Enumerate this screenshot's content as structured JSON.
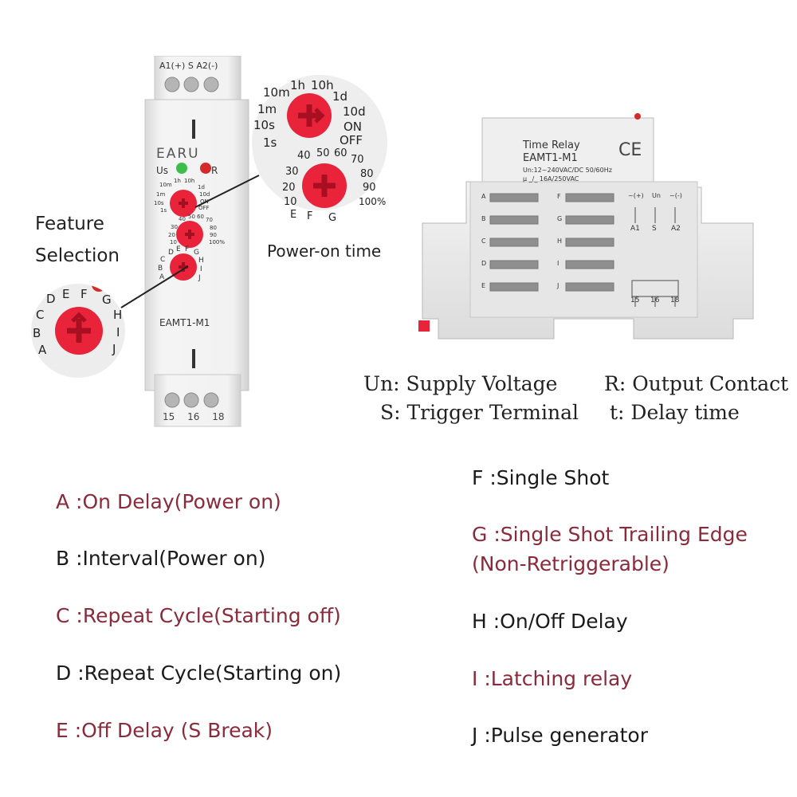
{
  "device": {
    "terminals_top": [
      "A1(+)",
      "S",
      "A2(-)"
    ],
    "terminals_bottom": [
      "15",
      "16",
      "18"
    ],
    "brand": "EARU",
    "indicator_us": "Us",
    "indicator_r": "R",
    "model": "EAMT1-M1",
    "dial1_labels": [
      "10m",
      "1h",
      "10h",
      "1d",
      "10d",
      "ON",
      "OFF",
      "1s",
      "10s",
      "1m"
    ],
    "dial2_labels": [
      "40",
      "50",
      "60",
      "70",
      "80",
      "90",
      "100%",
      "10",
      "20",
      "30"
    ],
    "dial3_labels": [
      "D",
      "E",
      "F",
      "G",
      "H",
      "I",
      "J",
      "A",
      "B",
      "C"
    ]
  },
  "callouts": {
    "feature_selection_line1": "Feature",
    "feature_selection_line2": "Selection",
    "power_on_time": "Power-on time",
    "zoom_time_labels": [
      "10m",
      "1h",
      "10h",
      "1d",
      "1m",
      "10d",
      "10s",
      "ON",
      "1s",
      "OFF"
    ],
    "zoom_pct_labels": [
      "40",
      "50",
      "60",
      "70",
      "30",
      "80",
      "20",
      "90",
      "10",
      "100%"
    ],
    "zoom_pct_bottom": [
      "E",
      "F",
      "G"
    ],
    "zoom_mode_labels": [
      "D",
      "E",
      "F",
      "G",
      "C",
      "H",
      "B",
      "I",
      "A",
      "J"
    ]
  },
  "side_view": {
    "title": "Time Relay",
    "model": "EAMT1-M1",
    "spec1": "Un:12~240VAC/DC 50/60Hz",
    "spec2": "μ _/_ 16A/250VAC",
    "ce_mark": "CE",
    "wiring_top": [
      "~(+)",
      "Un",
      "~(-)"
    ],
    "wiring_mid": [
      "A1",
      "S",
      "A2"
    ],
    "wiring_bottom": [
      "15",
      "16",
      "18"
    ],
    "mode_letters_left": [
      "A",
      "B",
      "C",
      "D",
      "E"
    ],
    "mode_letters_right": [
      "F",
      "G",
      "H",
      "I",
      "J"
    ]
  },
  "legend": {
    "un": "Un: Supply Voltage",
    "r": "R: Output Contact",
    "s": "S: Trigger Terminal",
    "t": "t: Delay time"
  },
  "modes": {
    "a": "A :On Delay(Power on)",
    "b": "B :Interval(Power on)",
    "c": "C :Repeat Cycle(Starting off)",
    "d": "D :Repeat Cycle(Starting on)",
    "e": "E :Off Delay (S Break)",
    "f": "F :Single Shot",
    "g1": "G :Single Shot Trailing Edge",
    "g2": "(Non-Retriggerable)",
    "h": "H :On/Off Delay",
    "i": "I :Latching relay",
    "j": "J :Pulse generator"
  },
  "colors": {
    "accent_text": "#8b2a3a",
    "knob_red": "#e8233a",
    "led_green": "#3cbf4a",
    "led_red": "#d42a2a",
    "housing": "#ececec"
  }
}
